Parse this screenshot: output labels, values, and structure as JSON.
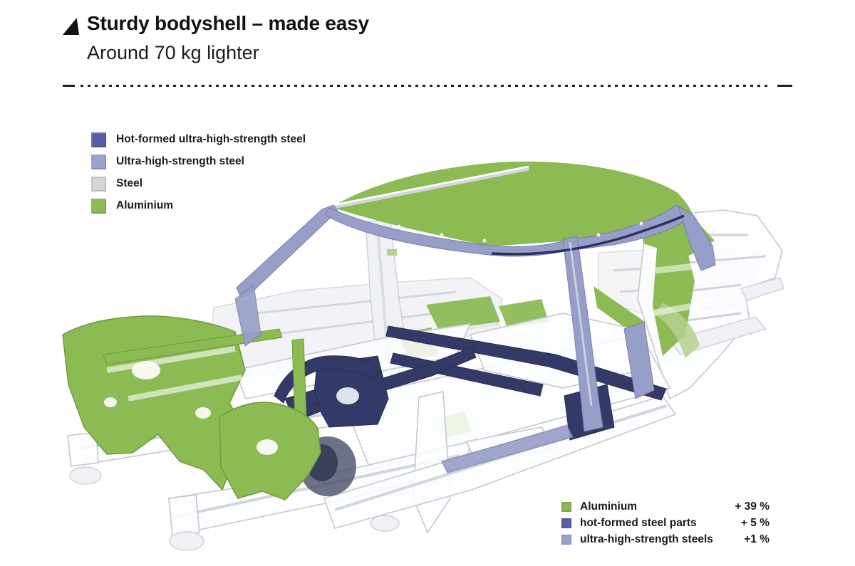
{
  "header": {
    "title": "Sturdy bodyshell – made easy",
    "subtitle": "Around 70 kg lighter"
  },
  "materials_legend": {
    "items": [
      {
        "label": "Hot-formed ultra-high-strength steel",
        "color": "#5760a6"
      },
      {
        "label": "Ultra-high-strength steel",
        "color": "#9aa2ce"
      },
      {
        "label": "Steel",
        "color": "#d5d6da"
      },
      {
        "label": "Aluminium",
        "color": "#8cba53"
      }
    ]
  },
  "weight_legend": {
    "items": [
      {
        "label": "Aluminium",
        "value": "+ 39 %",
        "color": "#8cba53"
      },
      {
        "label": "hot-formed steel parts",
        "value": "+ 5 %",
        "color": "#5760a6"
      },
      {
        "label": "ultra-high-strength steels",
        "value": "+1 %",
        "color": "#9aa2ce"
      }
    ]
  },
  "figure": {
    "colors": {
      "aluminium": "#8cba53",
      "aluminium_light": "#b4d18e",
      "hot_formed": "#333a68",
      "hot_formed_dark": "#282d52",
      "uhss": "#979ec8",
      "uhss_dark": "#767fae",
      "steel_line": "#c5c8ce"
    }
  }
}
